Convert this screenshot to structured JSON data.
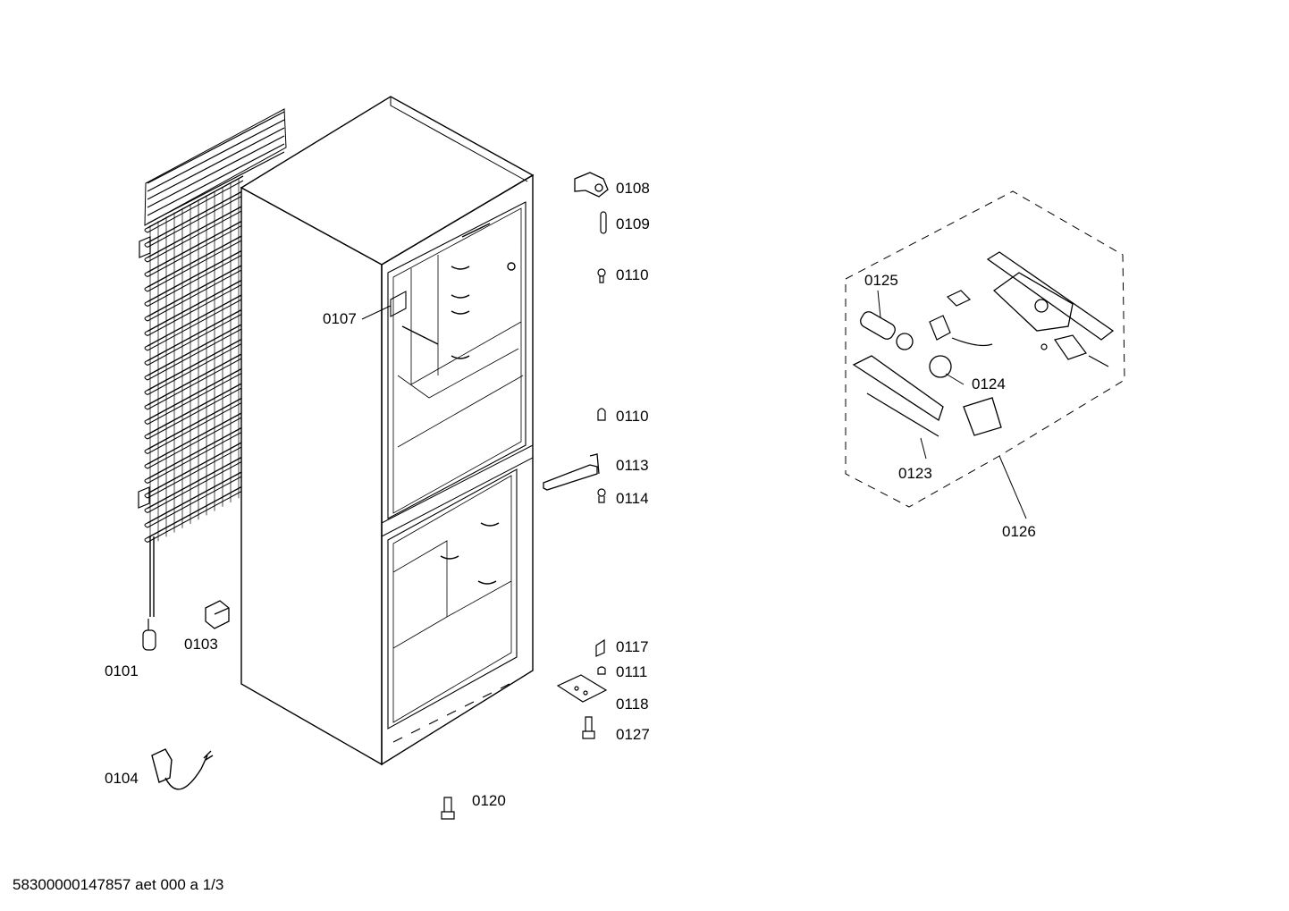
{
  "parts": [
    {
      "id": "p0101",
      "label": "0101"
    },
    {
      "id": "p0103",
      "label": "0103"
    },
    {
      "id": "p0104",
      "label": "0104"
    },
    {
      "id": "p0107",
      "label": "0107"
    },
    {
      "id": "p0108",
      "label": "0108"
    },
    {
      "id": "p0109",
      "label": "0109"
    },
    {
      "id": "p0110a",
      "label": "0110"
    },
    {
      "id": "p0110b",
      "label": "0110"
    },
    {
      "id": "p0111",
      "label": "0111"
    },
    {
      "id": "p0113",
      "label": "0113"
    },
    {
      "id": "p0114",
      "label": "0114"
    },
    {
      "id": "p0117",
      "label": "0117"
    },
    {
      "id": "p0118",
      "label": "0118"
    },
    {
      "id": "p0120",
      "label": "0120"
    },
    {
      "id": "p0123",
      "label": "0123"
    },
    {
      "id": "p0124",
      "label": "0124"
    },
    {
      "id": "p0125",
      "label": "0125"
    },
    {
      "id": "p0126",
      "label": "0126"
    },
    {
      "id": "p0127",
      "label": "0127"
    }
  ],
  "footer": "58300000147857 aet 000 a 1/3",
  "colors": {
    "line": "#000000",
    "background": "#ffffff"
  }
}
